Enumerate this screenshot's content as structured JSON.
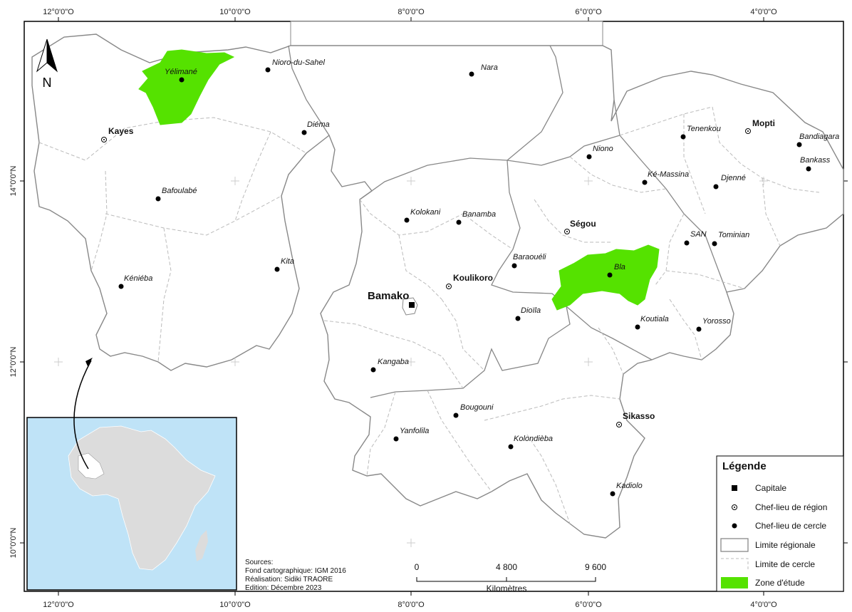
{
  "colors": {
    "study_zone": "#55e200",
    "region_border": "#888888",
    "cercle_border": "#bbbbbb",
    "inset_sea": "#bfe3f7",
    "inset_land": "#dcdcdc"
  },
  "graticule": {
    "top": [
      "12°0'0\"O",
      "10°0'0\"O",
      "8°0'0\"O",
      "6°0'0\"O",
      "4°0'0\"O"
    ],
    "bottom": [
      "12°0'0\"O",
      "10°0'0\"O",
      "8°0'0\"O",
      "6°0'0\"O",
      "4°0'0\"O"
    ],
    "left": [
      "14°0'0\"N",
      "12°0'0\"N",
      "10°0'0\"N"
    ]
  },
  "north_arrow": {
    "letter": "N",
    "icon": "north-arrow-icon"
  },
  "places": {
    "capital": [
      {
        "name": "Bamako"
      }
    ],
    "regions": [
      {
        "name": "Kayes"
      },
      {
        "name": "Mopti"
      },
      {
        "name": "Ségou"
      },
      {
        "name": "Koulikoro"
      },
      {
        "name": "Sikasso"
      }
    ],
    "cercles": [
      {
        "name": "Yélimané"
      },
      {
        "name": "Nioro-du-Sahel"
      },
      {
        "name": "Nara"
      },
      {
        "name": "Diéma"
      },
      {
        "name": "Bafoulabé"
      },
      {
        "name": "Kita"
      },
      {
        "name": "Kéniéba"
      },
      {
        "name": "Kolokani"
      },
      {
        "name": "Banamba"
      },
      {
        "name": "Niono"
      },
      {
        "name": "Tenenkou"
      },
      {
        "name": "Bandiagara"
      },
      {
        "name": "Bankass"
      },
      {
        "name": "Ké-Massina"
      },
      {
        "name": "Djenné"
      },
      {
        "name": "SAN"
      },
      {
        "name": "Tominian"
      },
      {
        "name": "Baraouéli"
      },
      {
        "name": "Bla"
      },
      {
        "name": "Dioïla"
      },
      {
        "name": "Koutiala"
      },
      {
        "name": "Yorosso"
      },
      {
        "name": "Kangaba"
      },
      {
        "name": "Bougouni"
      },
      {
        "name": "Yanfolila"
      },
      {
        "name": "Kolondièba"
      },
      {
        "name": "Kadiolo"
      }
    ]
  },
  "legend": {
    "title": "Légende",
    "items": [
      {
        "label": "Capitale",
        "symbol": "filled-square"
      },
      {
        "label": "Chef-lieu de région",
        "symbol": "dotted-circle"
      },
      {
        "label": "Chef-lieu de cercle",
        "symbol": "filled-dot"
      },
      {
        "label": "Limite régionale",
        "symbol": "grey-box"
      },
      {
        "label": "Limite de cercle",
        "symbol": "dashed-line"
      },
      {
        "label": "Zone d'étude",
        "symbol": "green-box"
      }
    ]
  },
  "sources": {
    "lines": [
      "Sources:",
      "Fond cartographique: IGM 2016",
      "Réalisation: Sidiki TRAORE",
      "Edition: Décembre 2023"
    ]
  },
  "scale_bar": {
    "ticks": [
      "0",
      "4 800",
      "9 600"
    ],
    "unit": "Kilomètres"
  }
}
